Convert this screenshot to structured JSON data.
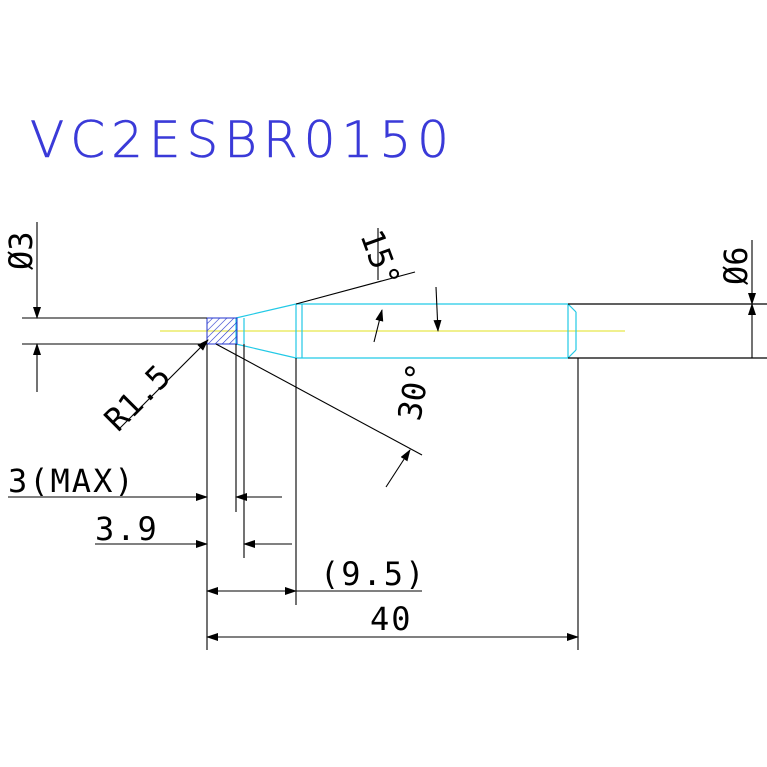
{
  "title": "VC2ESBR0150",
  "colors": {
    "title": "#3a3ad8",
    "dim": "#000000",
    "body": "#22c9e6",
    "centerline": "#e8e84a",
    "tip": "#2233cc"
  },
  "dimensions": {
    "d_tip": "Ø3",
    "d_shank": "Ø6",
    "radius": "R1.5",
    "angle_taper": "15°",
    "angle_tip": "30°",
    "len_max": "3(MAX)",
    "len_flute": "3.9",
    "len_neck": "(9.5)",
    "len_total": "40"
  }
}
